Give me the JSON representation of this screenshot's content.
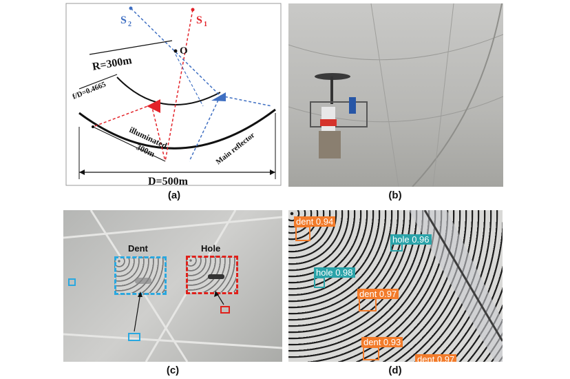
{
  "panel_a": {
    "source_2": "S",
    "source_2_sub": "2",
    "source_1": "S",
    "source_1_sub": "1",
    "center": "O",
    "radius": "R=300m",
    "focal_ratio": "f/D=0.4665",
    "illuminated_1": "illuminated",
    "illuminated_2": "300m",
    "main_reflector": "Main reflector",
    "diameter": "D=500m",
    "colors": {
      "red": "#e32229",
      "blue": "#3f6fc2",
      "dark": "#111111"
    }
  },
  "panel_b": {
    "description_icon": "telescope-photo"
  },
  "panel_c": {
    "dent_label": "Dent",
    "hole_label": "Hole",
    "colors": {
      "dent": "#29a8e0",
      "hole": "#e0201a"
    }
  },
  "panel_d": {
    "detections": [
      {
        "label": "dent 0.94",
        "class": "dent"
      },
      {
        "label": "hole 0.96",
        "class": "hole"
      },
      {
        "label": "hole 0.98",
        "class": "hole"
      },
      {
        "label": "dent 0.97",
        "class": "dent"
      },
      {
        "label": "dent 0.93",
        "class": "dent"
      },
      {
        "label": "dent 0.97",
        "class": "dent"
      }
    ],
    "colors": {
      "dent": "#f27b2a",
      "hole": "#2aa3a9"
    }
  },
  "captions": {
    "a": "(a)",
    "b": "(b)",
    "c": "(c)",
    "d": "(d)"
  }
}
